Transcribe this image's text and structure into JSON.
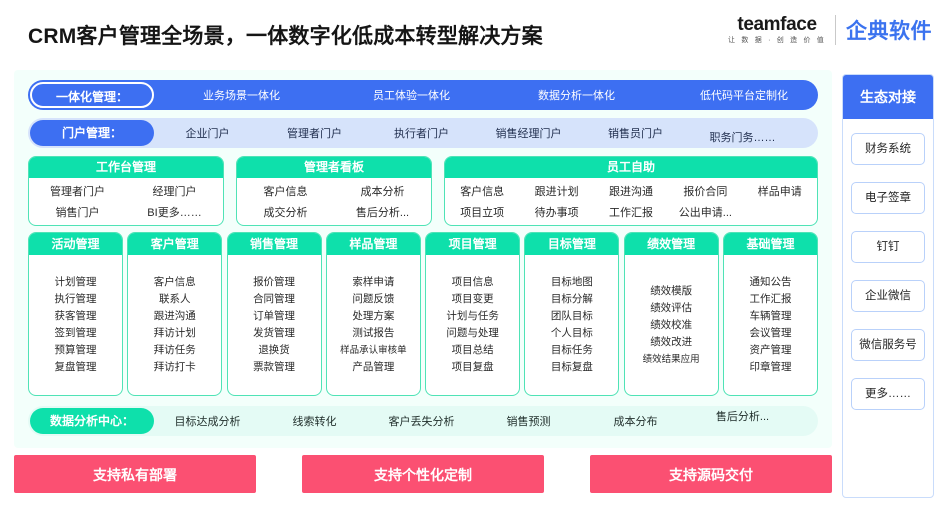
{
  "header": {
    "title": "CRM客户管理全场景，一体数字化低成本转型解决方案",
    "brand_name": "teamface",
    "brand_tagline": "让 数 据 · 创 造 价 值",
    "brand_cn": "企典软件",
    "brand_accent": "#3b73ef"
  },
  "colors": {
    "blue": "#3d6ff2",
    "light_blue": "#d6e3fb",
    "green": "#0ee0ab",
    "green_border": "#4fe3b6",
    "panel_bg": "#f3fffb",
    "pink": "#fb5072",
    "data_bar_bg": "#e4fbf5"
  },
  "rows": {
    "integrated": {
      "label": "一体化管理：",
      "items": [
        "业务场景一体化",
        "员工体验一体化",
        "数据分析一体化",
        "低代码平台定制化"
      ]
    },
    "portal": {
      "label": "门户管理：",
      "items": [
        "企业门户",
        "管理者门户",
        "执行者门户",
        "销售经理门户",
        "销售员门户",
        "职务门务……"
      ]
    },
    "data_center": {
      "label": "数据分析中心：",
      "items": [
        "目标达成分析",
        "线索转化",
        "客户丢失分析",
        "销售预测",
        "成本分布",
        "售后分析..."
      ]
    }
  },
  "trio": [
    {
      "title": "工作台管理",
      "items": [
        "管理者门户",
        "经理门户",
        "销售门户",
        "BI更多……"
      ]
    },
    {
      "title": "管理者看板",
      "items": [
        "客户信息",
        "成本分析",
        "成交分析",
        "售后分析..."
      ]
    },
    {
      "title": "员工自助",
      "items": [
        "客户信息",
        "跟进计划",
        "跟进沟通",
        "报价合同",
        "样品申请",
        "项目立项",
        "待办事项",
        "工作汇报",
        "公出申请...",
        ""
      ]
    }
  ],
  "columns": [
    {
      "title": "活动管理",
      "items": [
        "计划管理",
        "执行管理",
        "获客管理",
        "签到管理",
        "预算管理",
        "复盘管理"
      ]
    },
    {
      "title": "客户管理",
      "items": [
        "客户信息",
        "联系人",
        "跟进沟通",
        "拜访计划",
        "拜访任务",
        "拜访打卡"
      ]
    },
    {
      "title": "销售管理",
      "items": [
        "报价管理",
        "合同管理",
        "订单管理",
        "发货管理",
        "退换货",
        "票款管理"
      ]
    },
    {
      "title": "样品管理",
      "items": [
        "索样申请",
        "问题反馈",
        "处理方案",
        "测试报告",
        "样品承认审核单",
        "产品管理"
      ]
    },
    {
      "title": "项目管理",
      "items": [
        "项目信息",
        "项目变更",
        "计划与任务",
        "问题与处理",
        "项目总结",
        "项目复盘"
      ]
    },
    {
      "title": "目标管理",
      "items": [
        "目标地图",
        "目标分解",
        "团队目标",
        "个人目标",
        "目标任务",
        "目标复盘"
      ]
    },
    {
      "title": "绩效管理",
      "items": [
        "绩效模版",
        "绩效评估",
        "绩效校准",
        "绩效改进",
        "绩效结果应用"
      ]
    },
    {
      "title": "基础管理",
      "items": [
        "通知公告",
        "工作汇报",
        "车辆管理",
        "会议管理",
        "资产管理",
        "印章管理"
      ]
    }
  ],
  "cta_buttons": [
    "支持私有部署",
    "支持个性化定制",
    "支持源码交付"
  ],
  "eco": {
    "title": "生态对接",
    "items": [
      "财务系统",
      "电子签章",
      "钉钉",
      "企业微信",
      "微信服务号",
      "更多……"
    ]
  }
}
